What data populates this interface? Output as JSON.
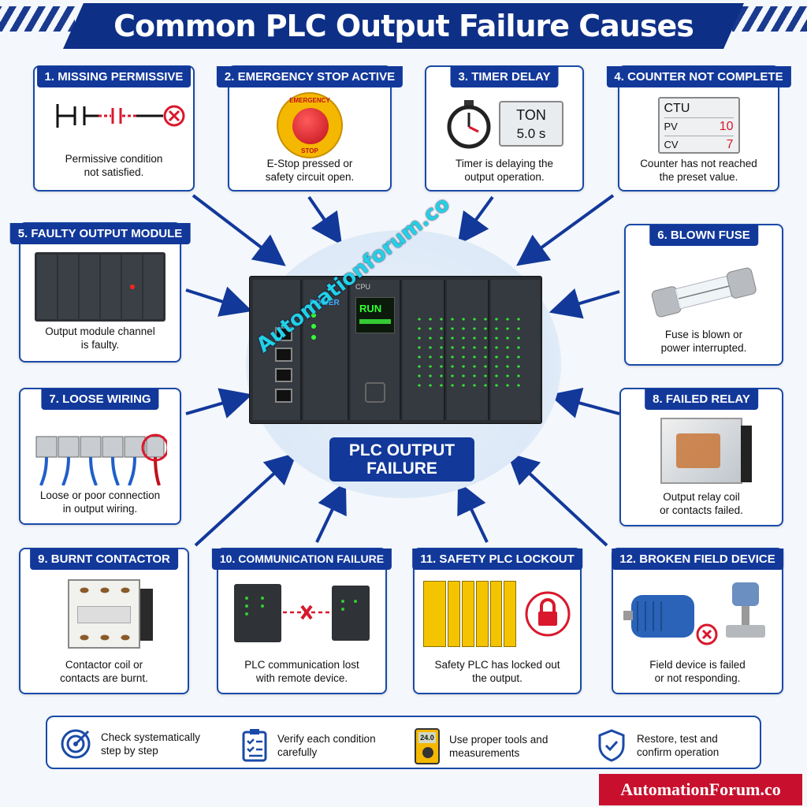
{
  "title": "Common PLC Output Failure Causes",
  "center_label_line1": "PLC OUTPUT",
  "center_label_line2": "FAILURE",
  "watermark": "Automationforum.co",
  "brand": "AutomationForum.co",
  "plc": {
    "run": "RUN",
    "power": "POWER",
    "cpu": "CPU"
  },
  "cards": [
    {
      "title": "1. MISSING PERMISSIVE",
      "text1": "Permissive condition",
      "text2": "not satisfied."
    },
    {
      "title": "2. EMERGENCY STOP ACTIVE",
      "text1": "E-Stop pressed or",
      "text2": "safety circuit open.",
      "badge_top": "EMERGENCY",
      "badge_bottom": "STOP"
    },
    {
      "title": "3. TIMER DELAY",
      "text1": "Timer is delaying the",
      "text2": "output operation.",
      "ton": "TON",
      "preset": "5.0 s"
    },
    {
      "title": "4. COUNTER NOT COMPLETE",
      "text1": "Counter has not reached",
      "text2": "the preset value.",
      "ctu": "CTU",
      "pv_label": "PV",
      "pv_value": "10",
      "cv_label": "CV",
      "cv_value": "7"
    },
    {
      "title": "5. FAULTY OUTPUT MODULE",
      "text1": "Output module channel",
      "text2": "is faulty."
    },
    {
      "title": "6. BLOWN FUSE",
      "text1": "Fuse is blown or",
      "text2": "power interrupted."
    },
    {
      "title": "7. LOOSE WIRING",
      "text1": "Loose or poor connection",
      "text2": "in output wiring."
    },
    {
      "title": "8. FAILED RELAY",
      "text1": "Output relay coil",
      "text2": "or contacts failed."
    },
    {
      "title": "9. BURNT CONTACTOR",
      "text1": "Contactor coil or",
      "text2": "contacts are burnt."
    },
    {
      "title": "10. COMMUNICATION FAILURE",
      "text1": "PLC communication lost",
      "text2": "with remote device."
    },
    {
      "title": "11. SAFETY PLC LOCKOUT",
      "text1": "Safety PLC has locked out",
      "text2": "the output."
    },
    {
      "title": "12. BROKEN FIELD DEVICE",
      "text1": "Field device is failed",
      "text2": "or not responding."
    }
  ],
  "tips": [
    {
      "line1": "Check systematically",
      "line2": "step by step",
      "icon": "target-icon"
    },
    {
      "line1": "Verify each condition",
      "line2": "carefully",
      "icon": "checklist-icon"
    },
    {
      "line1": "Use proper tools and",
      "line2": "measurements",
      "icon": "multimeter-icon",
      "meter_reading": "24.0"
    },
    {
      "line1": "Restore, test and",
      "line2": "confirm operation",
      "icon": "shield-check-icon"
    }
  ],
  "colors": {
    "navy": "#12389a",
    "red": "#d9182d",
    "accent": "#21d1e6"
  }
}
